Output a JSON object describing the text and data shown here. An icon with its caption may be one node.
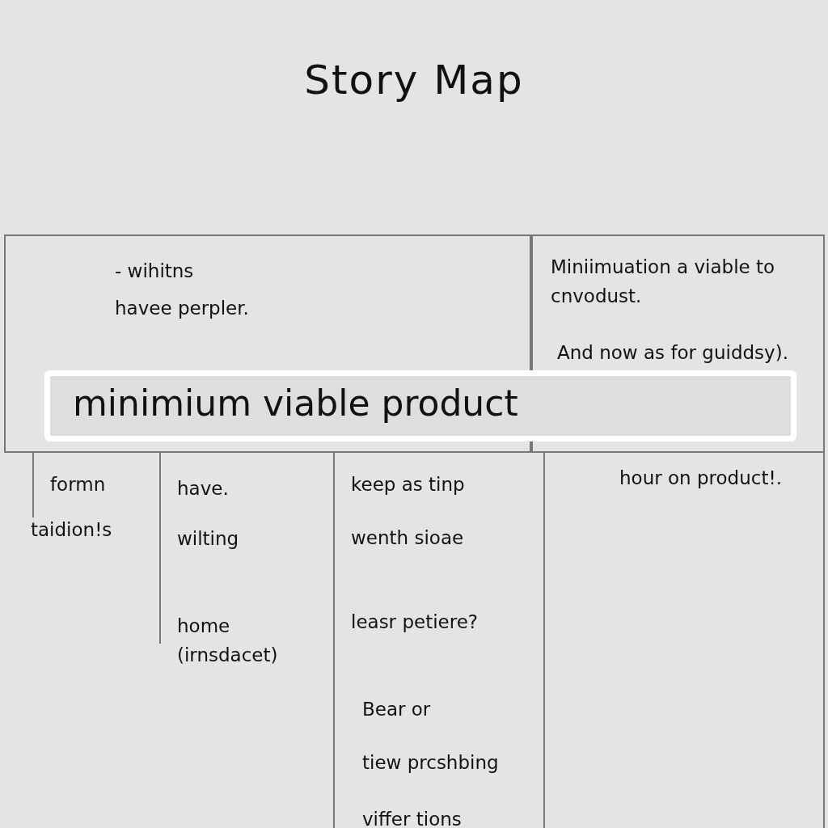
{
  "diagram": {
    "title": "Story Map",
    "nodes": [
      {
        "text": [
          "- wihitns",
          "havee perpler."
        ]
      },
      {
        "text": [
          "Miniimuation a viable to cnvodust.",
          "And now as for guiddsy)."
        ]
      },
      {
        "text": [
          "minimium viable product"
        ]
      },
      {
        "text": [
          "formn",
          "taidion!s"
        ]
      },
      {
        "text": [
          "have.",
          "wilting",
          "home (irnsdacet)"
        ]
      },
      {
        "text": [
          "keep as tinp",
          "wenth sioae",
          "leasr petiere?",
          "Bear or",
          "tiew prcshbing",
          "viffer tions"
        ]
      },
      {
        "text": [
          "hour on product!."
        ]
      }
    ],
    "edges": []
  }
}
